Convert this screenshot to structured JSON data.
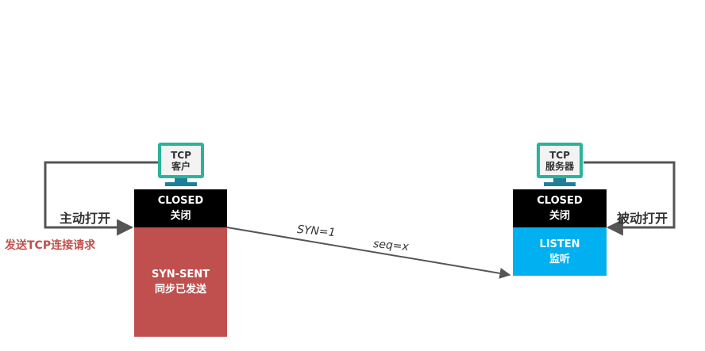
{
  "client": {
    "monitor_line1": "TCP",
    "monitor_line2": "客户",
    "closed_en": "CLOSED",
    "closed_cn": "关闭",
    "synsent_en": "SYN-SENT",
    "synsent_cn": "同步已发送",
    "active_open": "主动打开",
    "send_request": "发送TCP连接请求"
  },
  "server": {
    "monitor_line1": "TCP",
    "monitor_line2": "服务器",
    "closed_en": "CLOSED",
    "closed_cn": "关闭",
    "listen_en": "LISTEN",
    "listen_cn": "监听",
    "passive_open": "被动打开"
  },
  "segment": {
    "syn": "SYN=1",
    "seq": "seq=x"
  },
  "colors": {
    "closed": "#000000",
    "synsent": "#c0504d",
    "listen": "#00b0f0",
    "monitor_frame": "#2bb39a",
    "arrow": "#555555"
  }
}
